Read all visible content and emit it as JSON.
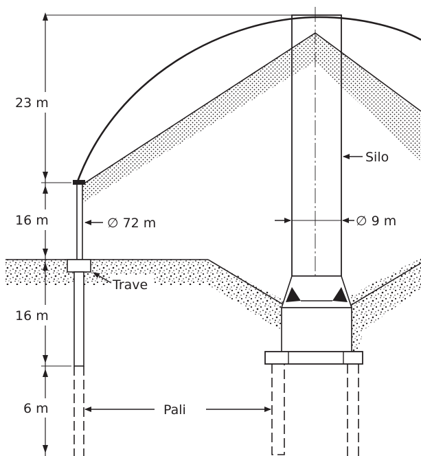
{
  "colors": {
    "ink": "#231f20",
    "background": "#ffffff"
  },
  "labels": {
    "height_roof": "23 m",
    "height_wall": "16 m",
    "depth_soil": "16 m",
    "depth_piles": "6 m",
    "roof_diameter": "∅ 72 m",
    "silo_diameter": "∅ 9 m",
    "silo": "Silo",
    "beam": "Trave",
    "piles": "Pali"
  },
  "symbols": {
    "diameter": "diameter-symbol",
    "arrow": "arrow-icon"
  }
}
